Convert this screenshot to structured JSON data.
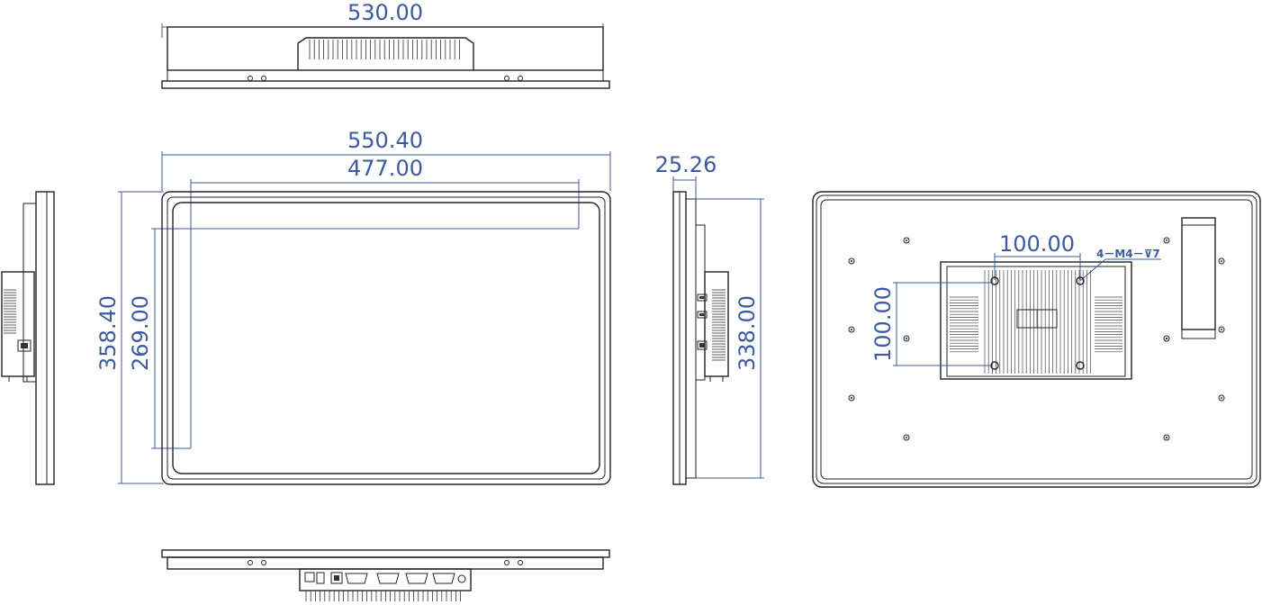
{
  "dimensions": {
    "top_view_width": "530.00",
    "front_outer_width": "550.40",
    "front_display_width": "477.00",
    "front_outer_height": "358.40",
    "front_display_height": "269.00",
    "side_depth": "25.26",
    "side_height": "338.00",
    "vesa_horizontal": "100.00",
    "vesa_vertical": "100.00"
  },
  "notes": {
    "mount_screws": "4－M4－⊽7"
  },
  "colors": {
    "dimension": "#3d5a9e",
    "outline": "#222222"
  }
}
